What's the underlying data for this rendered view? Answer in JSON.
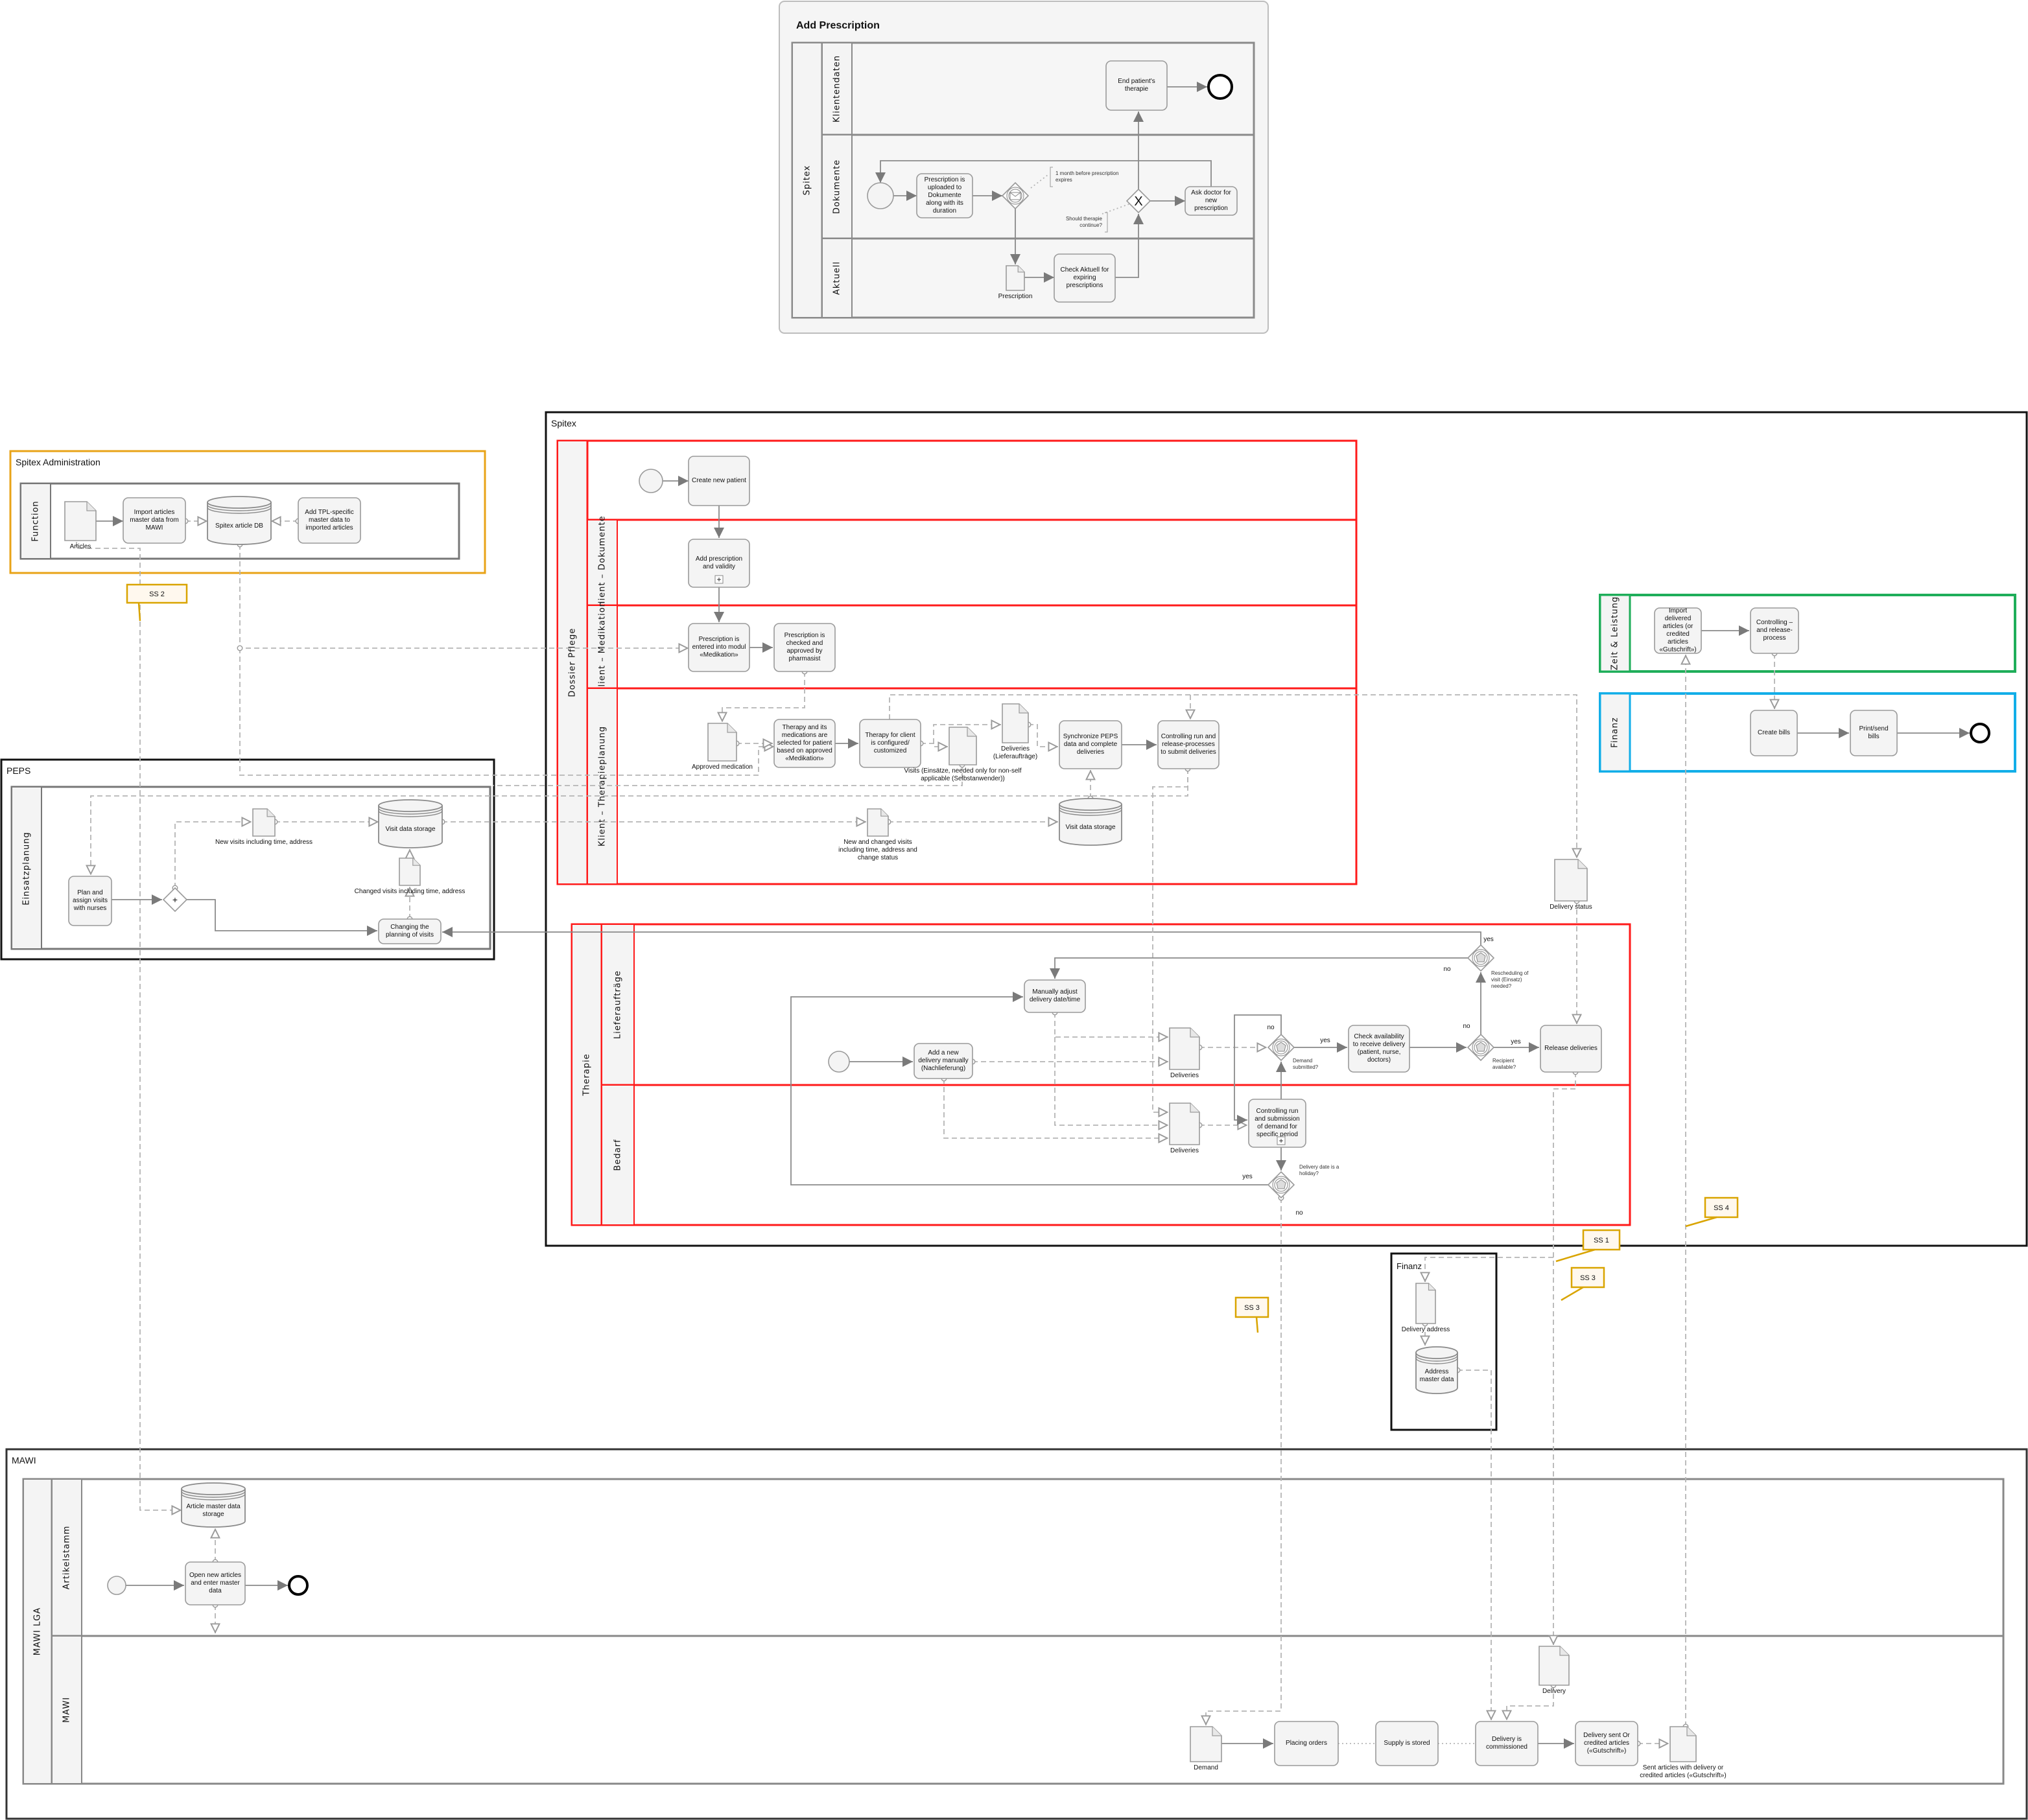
{
  "add_prescription": {
    "title": "Add Prescription",
    "pool": "Spitex",
    "lanes": [
      "Klientendaten",
      "Dokumente",
      "Aktuell"
    ],
    "end_therapie": "End patient's therapie",
    "uploaded": "Prescription is uploaded to Dokumente along with its duration",
    "ask_doctor": "Ask doctor for new prescription",
    "check_aktuell": "Check Aktuell for expiring prescriptions",
    "prescription_doc": "Prescription",
    "note_expiry": "1 month before prescription expires",
    "note_continue": "Should therapie continue?",
    "xor_marker": "X"
  },
  "spitex_admin": {
    "title": "Spitex Administration",
    "lane": "Function",
    "articles_doc": "Articles",
    "import_task": "Import articles master data from MAWI",
    "article_db": "Spitex article DB",
    "add_tpl_task": "Add TPL-specific master data to imported articles"
  },
  "peps": {
    "title": "PEPS",
    "lane": "Einsatzplanung",
    "plan_task": "Plan and assign visits with nurses",
    "parallel_marker": "+",
    "new_visits_doc": "New visits including time, address",
    "visit_db": "Visit data storage",
    "changed_visits_doc": "Changed visits including time, address",
    "changing_task": "Changing the planning of visits"
  },
  "spitex": {
    "title": "Spitex",
    "dossier": {
      "pool": "Dossier Pflege",
      "lanes": [
        "Klient – Dokumente",
        "Klient – Medikation",
        "Klient – Therapieplanung"
      ],
      "create_patient": "Create new patient",
      "add_prescription": "Add prescription and validity",
      "subprocess_marker": "+",
      "prescription_entered": "Prescription is entered into modul «Medikation»",
      "prescription_checked": "Prescription is checked and approved by pharmasist",
      "approved_medication": "Approved medication",
      "therapy_selected": "Therapy and its medications are selected for patient based on approved «Medikation»",
      "therapy_configured": "Therapy for client is configured/ customized",
      "visits_doc": "Visits (Einsätze, needed only for non-self applicable (Selbstanwender))",
      "deliveries_doc": "Deliveries (Lieferaufträge)",
      "sync_peps": "Synchronize PEPS data and complete deliveries",
      "controlling_release": "Controlling run and release-processes to submit deliveries",
      "visit_db": "Visit data storage",
      "new_changed_visits": "New and changed visits including time, address and change status"
    },
    "delivery_status": "Delivery status",
    "therapie": {
      "pool": "Therapie",
      "lanes": [
        "Lieferaufträge",
        "Bedarf"
      ],
      "add_delivery": "Add a new delivery manually (Nachlieferung)",
      "manual_adjust": "Manually adjust delivery date/time",
      "deliveries_upper": "Deliveries",
      "deliveries_lower": "Deliveries",
      "demand_submitted": "Demand submitted?",
      "check_availability": "Check availability to receive delivery (patient, nurse, doctors)",
      "recipient_available": "Recipient available?",
      "release": "Release deliveries",
      "rescheduling": "Rescheduling of visit (Einsatz) needed?",
      "controlling_submission": "Controlling run and submission of demand for specific period",
      "holiday": "Delivery date is a holiday?",
      "yes": "yes",
      "no": "no"
    },
    "zeit": {
      "lane": "Zeit & Leistung",
      "import_delivered": "Import delivered articles (or credited articles «Gutschrift»)",
      "controlling": "Controlling – and release-process"
    },
    "finanz_lane": {
      "lane": "Finanz",
      "create_bills": "Create bills",
      "print_send": "Print/send bills"
    }
  },
  "callouts": {
    "ss1": "SS 1",
    "ss2": "SS 2",
    "ss3a": "SS 3",
    "ss3b": "SS 3",
    "ss4": "SS 4"
  },
  "finanz": {
    "title": "Finanz",
    "delivery_address": "Delivery address",
    "address_db": "Address master data"
  },
  "mawi": {
    "title": "MAWI",
    "pool": "MAWI LGA",
    "lanes": [
      "Artikelstamm",
      "MAWI"
    ],
    "article_db": "Article master data storage",
    "open_articles": "Open new articles and enter master data",
    "demand_doc": "Demand",
    "placing_orders": "Placing orders",
    "supply_stored": "Supply is stored",
    "commissioned": "Delivery is commissioned",
    "delivery_sent": "Delivery sent Or credited articles («Gutschrift»)",
    "delivery_doc": "Delivery",
    "sent_articles_doc": "Sent articles with delivery or credited articles («Gutschrift»)"
  },
  "colors": {
    "admin_frame": "#e8a317",
    "dossier_pool": "#ff1a1a",
    "zeit_frame": "#1fae5a",
    "finanz_frame": "#12aee8",
    "callout_border": "#d9a400",
    "callout_fill": "#fff8ee",
    "task_fill": "#f4f4f4",
    "task_stroke": "#9a9a9a"
  }
}
